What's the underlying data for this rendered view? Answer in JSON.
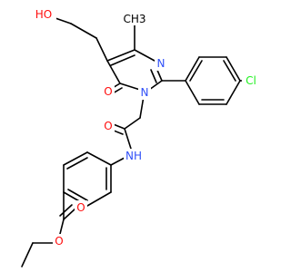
{
  "colors": {
    "bond": "#000000",
    "oxygen": "#ff0d0d",
    "nitrogen": "#3050f8",
    "chlorine": "#1ff01f",
    "carbon": "#000000",
    "background": "#ffffff"
  },
  "labels": {
    "hydroxyl": "HO",
    "methyl": "CH3",
    "keto_o": "O",
    "n_ring_top": "N",
    "n_ring_left": "N",
    "chloro": "Cl",
    "amide_o": "O",
    "amide_nh": "NH",
    "ester_carbonyl_o": "O",
    "ester_o": "O"
  }
}
